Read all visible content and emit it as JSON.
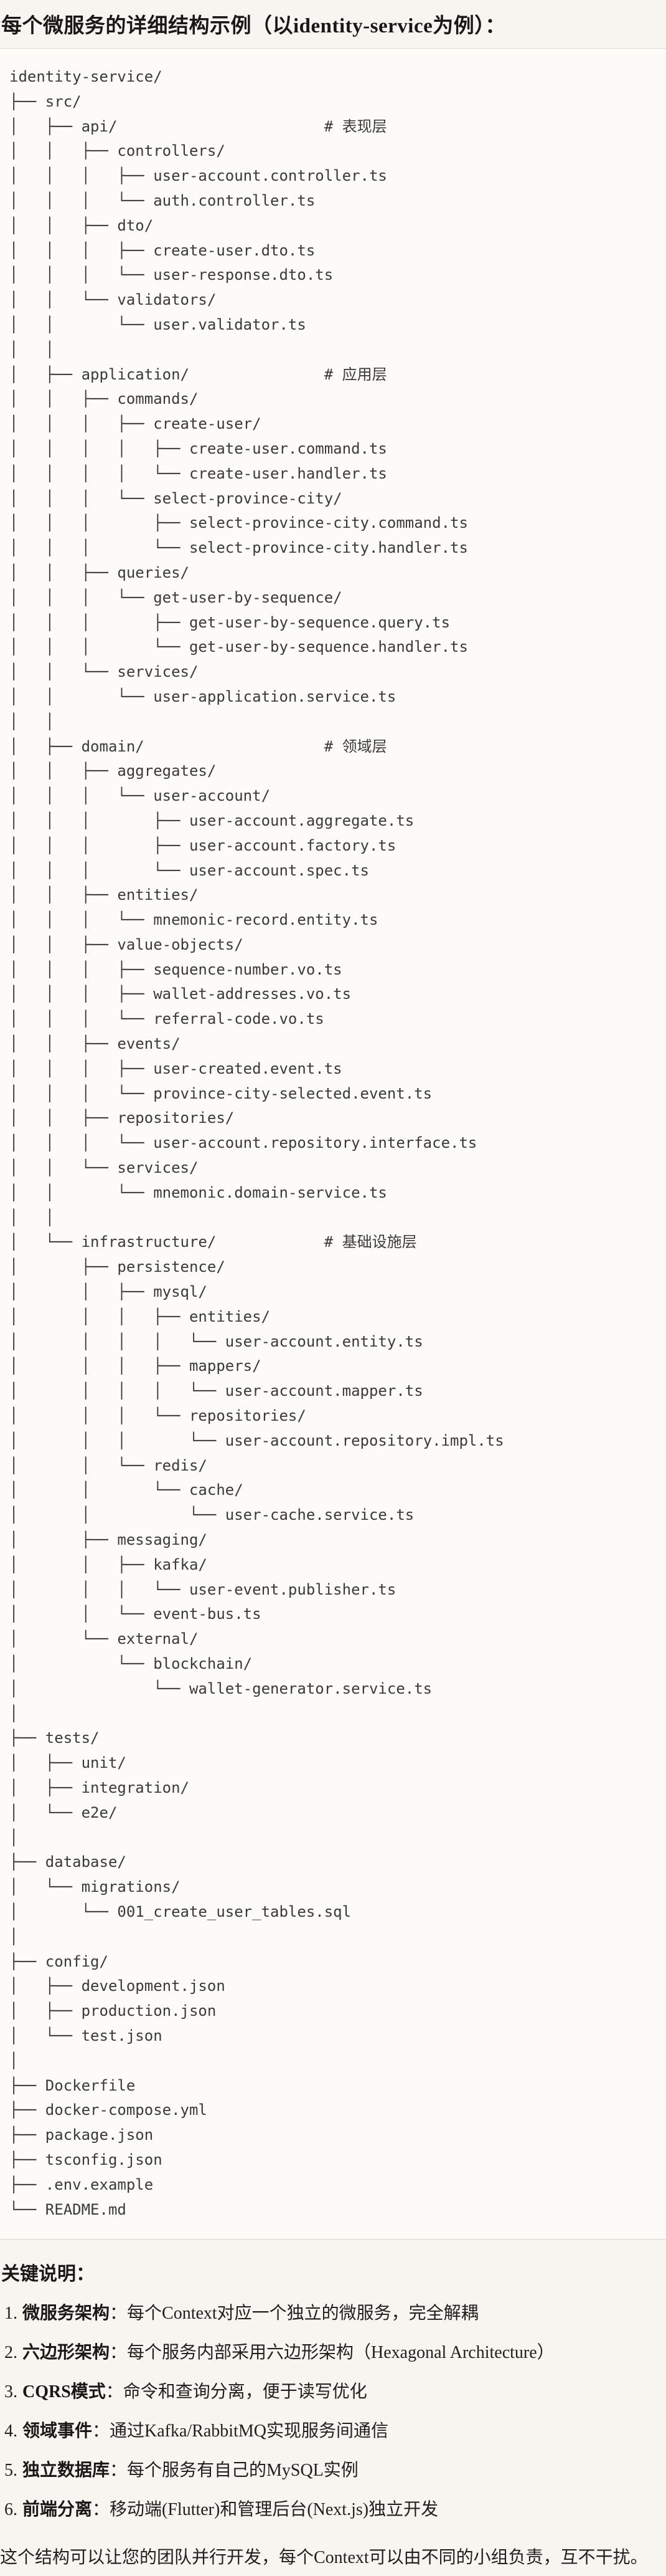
{
  "page": {
    "title": "每个微服务的详细结构示例（以identity-service为例）："
  },
  "tree": {
    "comment_layers": [
      "表现层",
      "应用层",
      "领域层",
      "基础设施层"
    ],
    "lines": [
      "identity-service/",
      "├── src/",
      "│   ├── api/                       # 表现层",
      "│   │   ├── controllers/",
      "│   │   │   ├── user-account.controller.ts",
      "│   │   │   └── auth.controller.ts",
      "│   │   ├── dto/",
      "│   │   │   ├── create-user.dto.ts",
      "│   │   │   └── user-response.dto.ts",
      "│   │   └── validators/",
      "│   │       └── user.validator.ts",
      "│   │",
      "│   ├── application/               # 应用层",
      "│   │   ├── commands/",
      "│   │   │   ├── create-user/",
      "│   │   │   │   ├── create-user.command.ts",
      "│   │   │   │   └── create-user.handler.ts",
      "│   │   │   └── select-province-city/",
      "│   │   │       ├── select-province-city.command.ts",
      "│   │   │       └── select-province-city.handler.ts",
      "│   │   ├── queries/",
      "│   │   │   └── get-user-by-sequence/",
      "│   │   │       ├── get-user-by-sequence.query.ts",
      "│   │   │       └── get-user-by-sequence.handler.ts",
      "│   │   └── services/",
      "│   │       └── user-application.service.ts",
      "│   │",
      "│   ├── domain/                    # 领域层",
      "│   │   ├── aggregates/",
      "│   │   │   └── user-account/",
      "│   │   │       ├── user-account.aggregate.ts",
      "│   │   │       ├── user-account.factory.ts",
      "│   │   │       └── user-account.spec.ts",
      "│   │   ├── entities/",
      "│   │   │   └── mnemonic-record.entity.ts",
      "│   │   ├── value-objects/",
      "│   │   │   ├── sequence-number.vo.ts",
      "│   │   │   ├── wallet-addresses.vo.ts",
      "│   │   │   └── referral-code.vo.ts",
      "│   │   ├── events/",
      "│   │   │   ├── user-created.event.ts",
      "│   │   │   └── province-city-selected.event.ts",
      "│   │   ├── repositories/",
      "│   │   │   └── user-account.repository.interface.ts",
      "│   │   └── services/",
      "│   │       └── mnemonic.domain-service.ts",
      "│   │",
      "│   └── infrastructure/            # 基础设施层",
      "│       ├── persistence/",
      "│       │   ├── mysql/",
      "│       │   │   ├── entities/",
      "│       │   │   │   └── user-account.entity.ts",
      "│       │   │   ├── mappers/",
      "│       │   │   │   └── user-account.mapper.ts",
      "│       │   │   └── repositories/",
      "│       │   │       └── user-account.repository.impl.ts",
      "│       │   └── redis/",
      "│       │       └── cache/",
      "│       │           └── user-cache.service.ts",
      "│       ├── messaging/",
      "│       │   ├── kafka/",
      "│       │   │   └── user-event.publisher.ts",
      "│       │   └── event-bus.ts",
      "│       └── external/",
      "│           └── blockchain/",
      "│               └── wallet-generator.service.ts",
      "│",
      "├── tests/",
      "│   ├── unit/",
      "│   ├── integration/",
      "│   └── e2e/",
      "│",
      "├── database/",
      "│   └── migrations/",
      "│       └── 001_create_user_tables.sql",
      "│",
      "├── config/",
      "│   ├── development.json",
      "│   ├── production.json",
      "│   └── test.json",
      "│",
      "├── Dockerfile",
      "├── docker-compose.yml",
      "├── package.json",
      "├── tsconfig.json",
      "├── .env.example",
      "└── README.md"
    ]
  },
  "notes": {
    "heading": "关键说明：",
    "items": [
      {
        "num": "1.",
        "term": "微服务架构",
        "desc": "：每个Context对应一个独立的微服务，完全解耦"
      },
      {
        "num": "2.",
        "term": "六边形架构",
        "desc": "：每个服务内部采用六边形架构（Hexagonal Architecture）"
      },
      {
        "num": "3.",
        "term": "CQRS模式",
        "desc": "：命令和查询分离，便于读写优化"
      },
      {
        "num": "4.",
        "term": "领域事件",
        "desc": "：通过Kafka/RabbitMQ实现服务间通信"
      },
      {
        "num": "5.",
        "term": "独立数据库",
        "desc": "：每个服务有自己的MySQL实例"
      },
      {
        "num": "6.",
        "term": "前端分离",
        "desc": "：移动端(Flutter)和管理后台(Next.js)独立开发"
      }
    ],
    "footer": "这个结构可以让您的团队并行开发，每个Context可以由不同的小组负责，互不干扰。"
  }
}
